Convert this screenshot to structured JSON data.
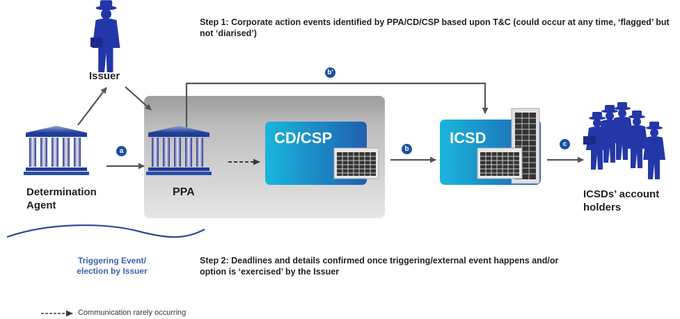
{
  "diagram": {
    "step1": "Step 1: Corporate action events identified by PPA/CD/CSP based upon T&C (could occur at any time, ‘flagged’ but not ‘diarised’)",
    "step2": "Step 2: Deadlines and details confirmed once triggering/external event happens and/or option is ‘exercised’ by the Issuer",
    "nodes": {
      "issuer": "Issuer",
      "determination_agent": "Determination Agent",
      "ppa": "PPA",
      "cd_csp": "CD/CSP",
      "icsd": "ICSD",
      "account_holders": "ICSDs’ account holders"
    },
    "triggering_event": "Triggering Event/ election by Issuer",
    "badges": {
      "a": "a",
      "b": "b",
      "b_prime": "b'",
      "c": "c"
    },
    "legend": {
      "dashed_arrow": "Communication rarely occurring"
    },
    "colors": {
      "badge_blue": "#1d4fa0",
      "box_blue": "#1f7fc6",
      "box_cyan": "#19b6dc",
      "person_blue": "#2437a8",
      "trigger_text": "#3a63ad",
      "ppa_gray": "#c8c8c8"
    },
    "icons": {
      "issuer": "businessman-with-briefcase-icon",
      "determination_agent": "bank-building-icon",
      "ppa": "bank-building-icon",
      "cd_csp": "server-rack-icon",
      "icsd": "server-rack-icon",
      "account_holders": "crowd-of-businessmen-icon"
    }
  }
}
